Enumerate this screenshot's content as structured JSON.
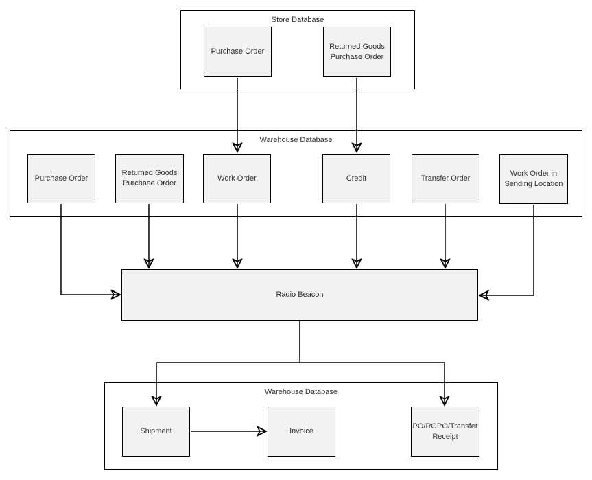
{
  "diagram": {
    "type": "flowchart",
    "colors": {
      "background": "#ffffff",
      "node_fill": "#f2f2f2",
      "node_border": "#000000",
      "group_fill": "#ffffff",
      "group_border": "#000000",
      "connector": "#000000",
      "text": "#333333"
    },
    "containers": [
      {
        "label": "Store Database"
      },
      {
        "label": "Warehouse Database"
      },
      {
        "label": "Warehouse Database"
      }
    ],
    "nodes": [
      {
        "label": "Purchase Order"
      },
      {
        "label": "Returned Goods Purchase Order"
      },
      {
        "label": "Purchase Order"
      },
      {
        "label": "Returned Goods Purchase Order"
      },
      {
        "label": "Work Order"
      },
      {
        "label": "Credit"
      },
      {
        "label": "Transfer Order"
      },
      {
        "label": "Work Order in Sending Location"
      },
      {
        "label": "Radio Beacon"
      },
      {
        "label": "Shipment"
      },
      {
        "label": "Invoice"
      },
      {
        "label": "PO/RGPO/Transfer Receipt"
      }
    ],
    "edges": [
      {
        "from": "Purchase Order (Store Database)",
        "to": "Work Order (Warehouse Database)"
      },
      {
        "from": "Returned Goods Purchase Order (Store Database)",
        "to": "Credit (Warehouse Database)"
      },
      {
        "from": "Purchase Order (Warehouse Database)",
        "to": "Radio Beacon"
      },
      {
        "from": "Returned Goods Purchase Order (Warehouse Database)",
        "to": "Radio Beacon"
      },
      {
        "from": "Work Order (Warehouse Database)",
        "to": "Radio Beacon"
      },
      {
        "from": "Credit (Warehouse Database)",
        "to": "Radio Beacon"
      },
      {
        "from": "Transfer Order (Warehouse Database)",
        "to": "Radio Beacon"
      },
      {
        "from": "Work Order in Sending Location (Warehouse Database)",
        "to": "Radio Beacon"
      },
      {
        "from": "Radio Beacon",
        "to": "Shipment (Warehouse Database)"
      },
      {
        "from": "Radio Beacon",
        "to": "PO/RGPO/Transfer Receipt (Warehouse Database)"
      },
      {
        "from": "Shipment (Warehouse Database)",
        "to": "Invoice (Warehouse Database)"
      }
    ]
  }
}
